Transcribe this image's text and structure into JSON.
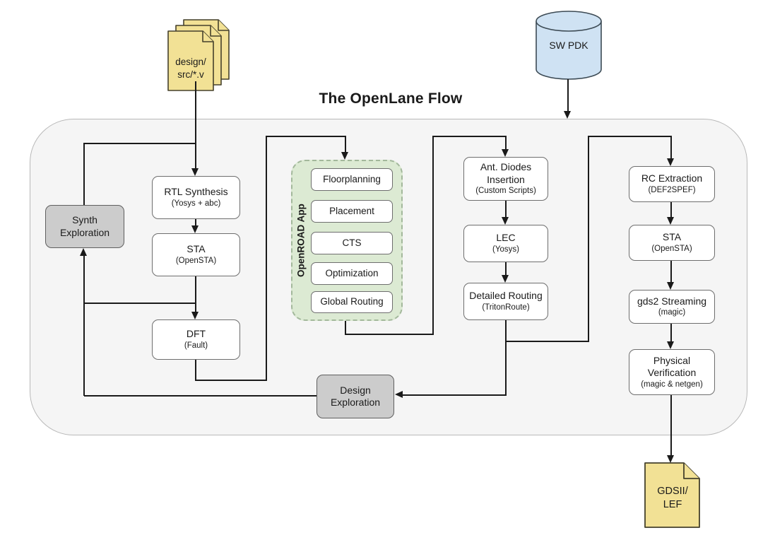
{
  "title": "The OpenLane Flow",
  "inputs": {
    "design_files": {
      "line1": "design/",
      "line2": "src/*.v"
    },
    "sw_pdk": {
      "label": "SW PDK"
    }
  },
  "outputs": {
    "gdsii": {
      "line1": "GDSII/",
      "line2": "LEF"
    }
  },
  "nodes": {
    "rtl_synthesis": {
      "title": "RTL Synthesis",
      "subtitle": "(Yosys + abc)"
    },
    "sta_synth": {
      "title": "STA",
      "subtitle": "(OpenSTA)"
    },
    "dft": {
      "title": "DFT",
      "subtitle": "(Fault)"
    },
    "synth_exploration": {
      "title": "Synth Exploration"
    },
    "design_exploration": {
      "title": "Design Exploration"
    },
    "openroad": {
      "label": "OpenROAD App",
      "stages": [
        "Floorplanning",
        "Placement",
        "CTS",
        "Optimization",
        "Global Routing"
      ]
    },
    "ant_diodes": {
      "title": "Ant. Diodes Insertion",
      "subtitle": "(Custom Scripts)"
    },
    "lec": {
      "title": "LEC",
      "subtitle": "(Yosys)"
    },
    "detailed_routing": {
      "title": "Detailed Routing",
      "subtitle": "(TritonRoute)"
    },
    "rc_extraction": {
      "title": "RC Extraction",
      "subtitle": "(DEF2SPEF)"
    },
    "sta_signoff": {
      "title": "STA",
      "subtitle": "(OpenSTA)"
    },
    "gds2_streaming": {
      "title": "gds2 Streaming",
      "subtitle": "(magic)"
    },
    "physical_verification": {
      "title": "Physical Verification",
      "subtitle": "(magic & netgen)"
    }
  },
  "colors": {
    "container_fill": "#f5f5f5",
    "group_fill": "#dcead3",
    "group_border": "#a3b89b",
    "gray_node_fill": "#cccccc",
    "file_fill": "#f2e195",
    "database_fill": "#cfe2f3",
    "line": "#1a1a1a"
  }
}
